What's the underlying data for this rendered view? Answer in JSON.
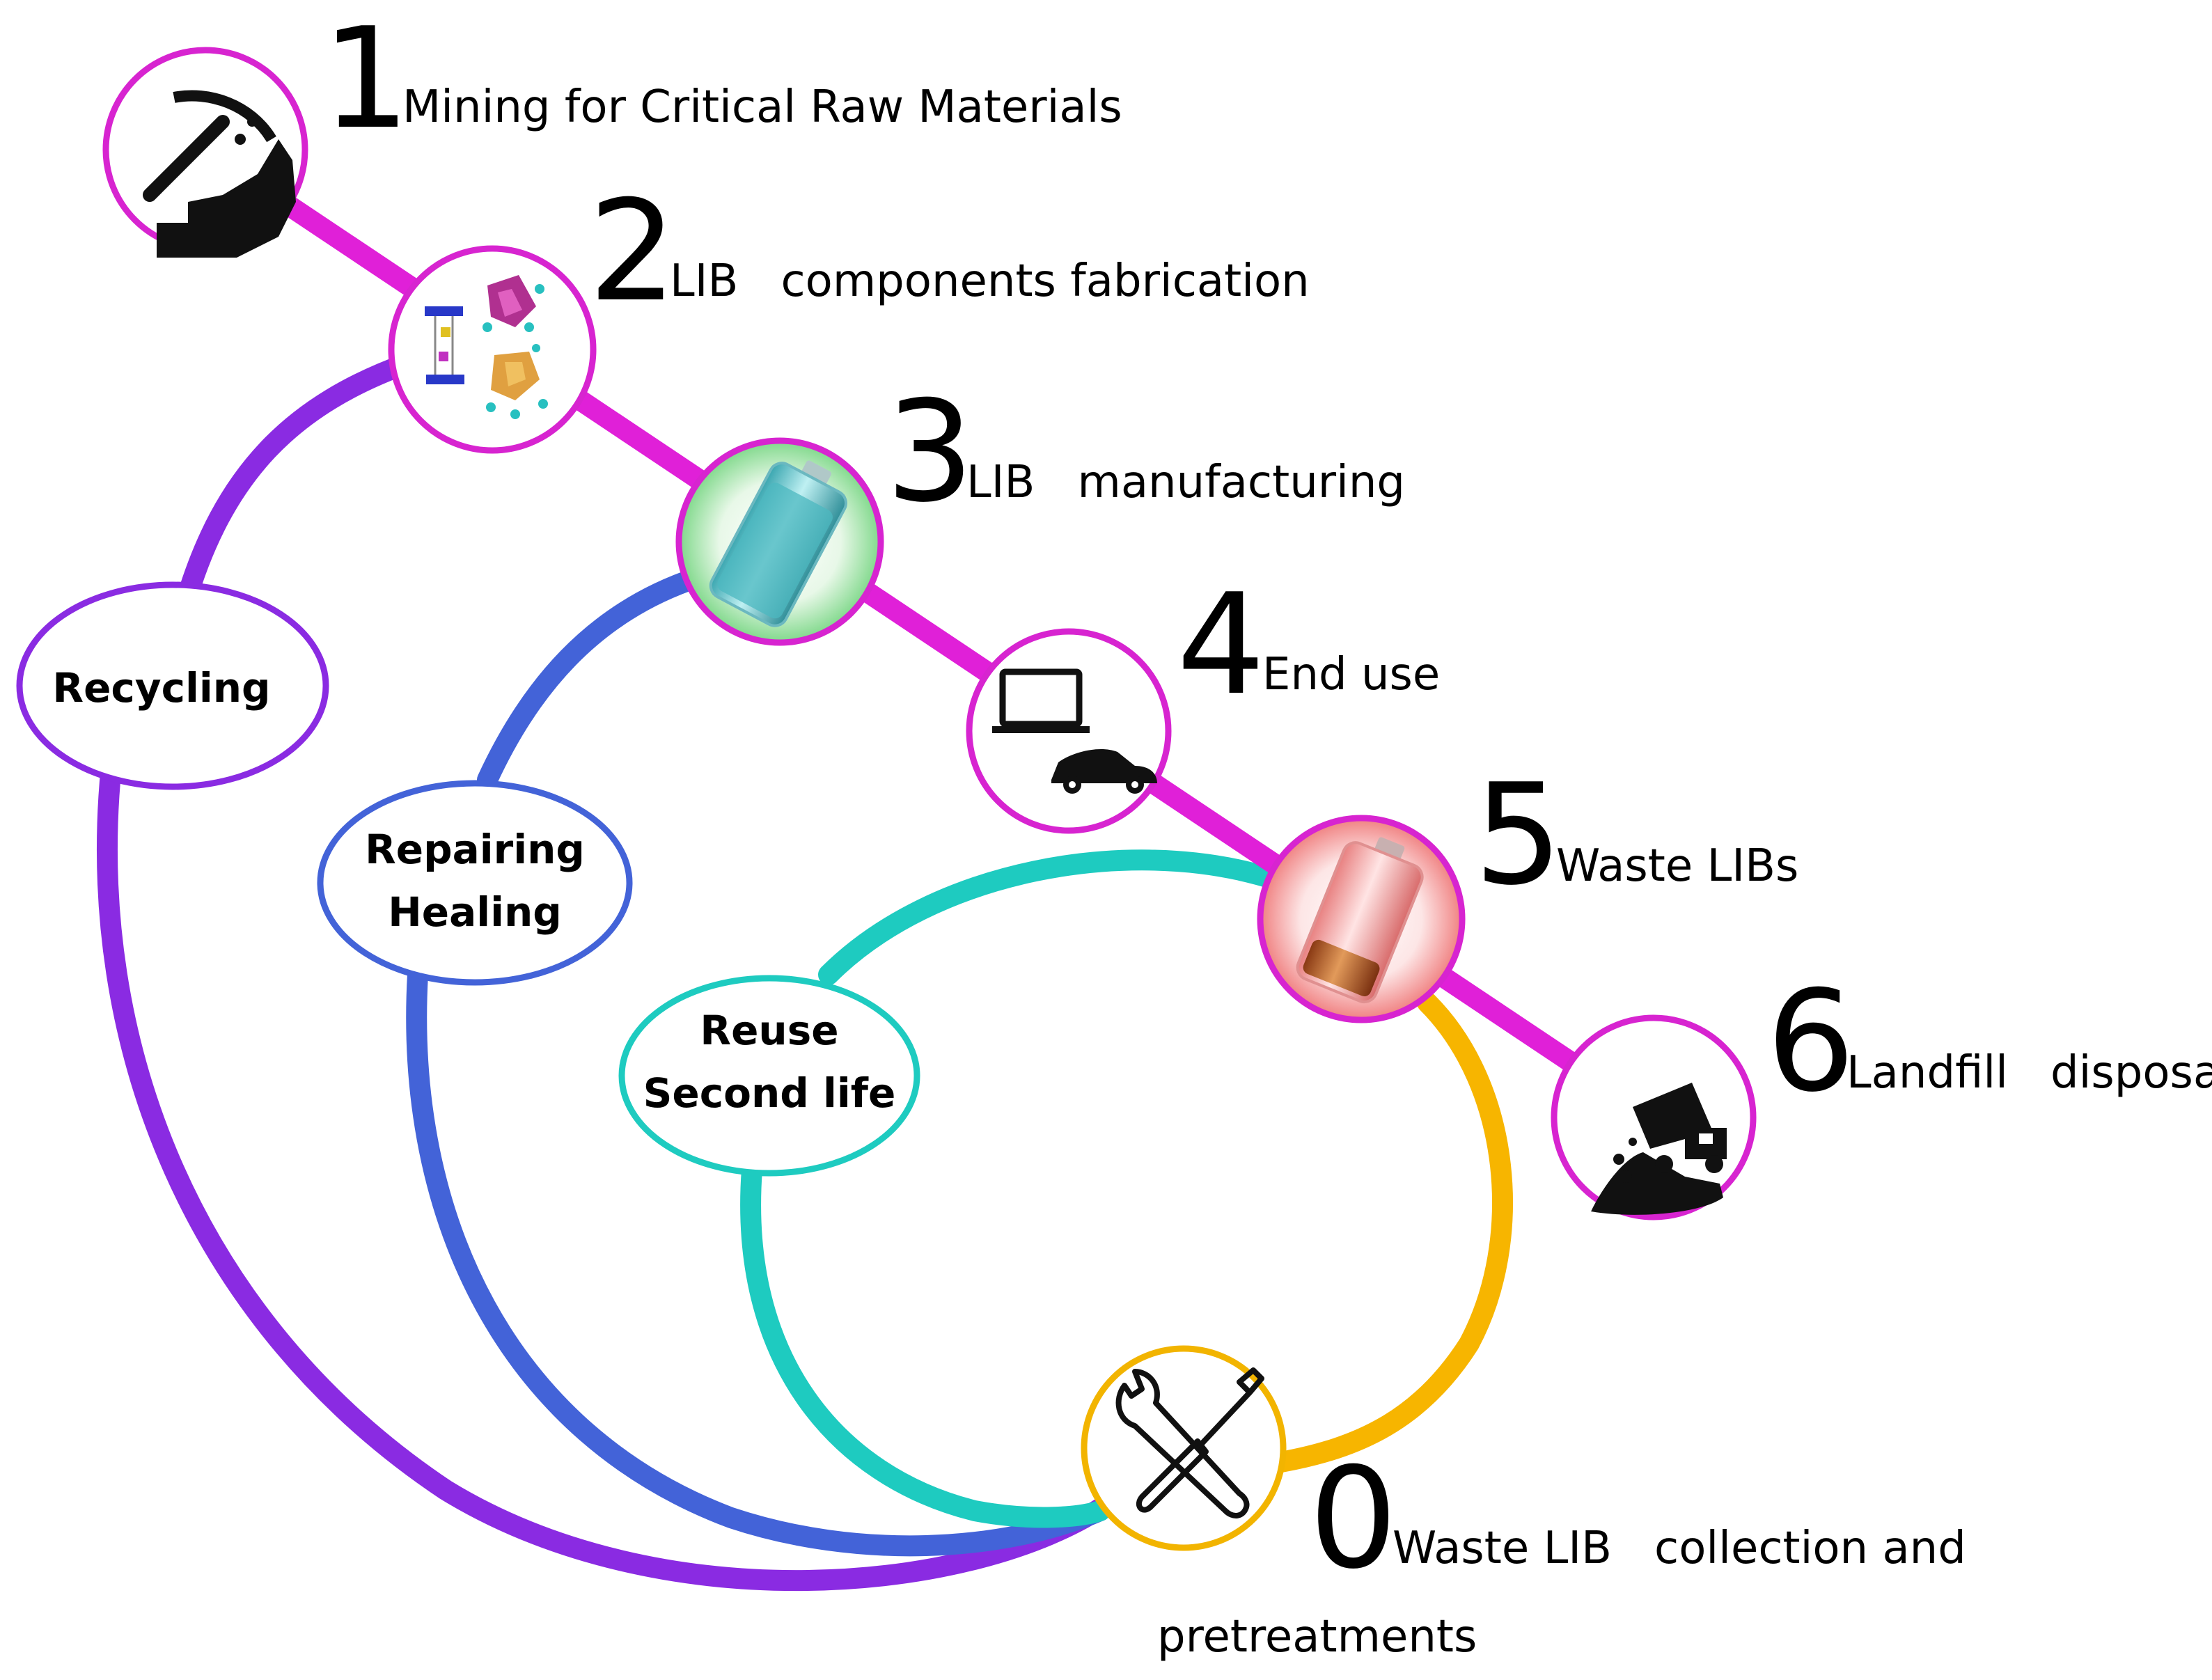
{
  "stages": [
    {
      "num": "1",
      "label": "Mining for Critical Raw Materials",
      "icon": "mining-pickaxe-icon"
    },
    {
      "num": "2",
      "label": "LIB   components fabrication",
      "icon": "crystal-structure-icon"
    },
    {
      "num": "3",
      "label": "LIB   manufacturing",
      "icon": "full-battery-icon"
    },
    {
      "num": "4",
      "label": "End use",
      "icon": "laptop-car-icon"
    },
    {
      "num": "5",
      "label": "Waste LIBs",
      "icon": "depleted-battery-icon"
    },
    {
      "num": "6",
      "label": "Landfill   disposal",
      "icon": "dump-truck-icon"
    },
    {
      "num": "0",
      "label": "Waste LIB   collection and",
      "label2": "pretreatments",
      "icon": "wrench-screwdriver-icon"
    }
  ],
  "loops": {
    "recycling": {
      "label": "Recycling",
      "color": "#8a2be2"
    },
    "repairing": {
      "line1": "Repairing",
      "line2": "Healing",
      "color": "#4363d8"
    },
    "reuse": {
      "line1": "Reuse",
      "line2": "Second life",
      "color": "#1ecbc0"
    },
    "collection": {
      "color": "#f7b500"
    }
  },
  "colors": {
    "main_line": "#e020d8",
    "node_border": "#d724d0",
    "collection_border": "#f2b400"
  }
}
